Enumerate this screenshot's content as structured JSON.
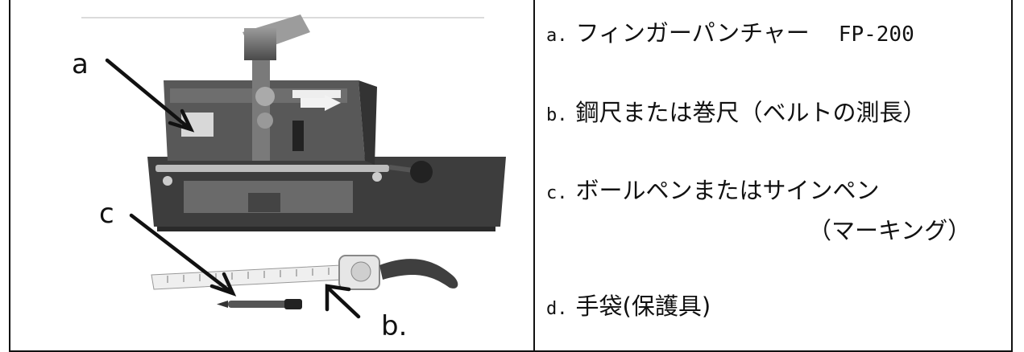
{
  "figure": {
    "labels": {
      "a": "a",
      "b": "b.",
      "c": "c"
    }
  },
  "items": [
    {
      "marker": "a.",
      "text": "フィンガーパンチャー",
      "code": "FP-200"
    },
    {
      "marker": "b.",
      "text": "鋼尺または巻尺（ベルトの測長）"
    },
    {
      "marker": "c.",
      "text": "ボールペンまたはサインペン",
      "continuation": "（マーキング）"
    },
    {
      "marker": "d.",
      "text": "手袋(保護具)"
    }
  ]
}
